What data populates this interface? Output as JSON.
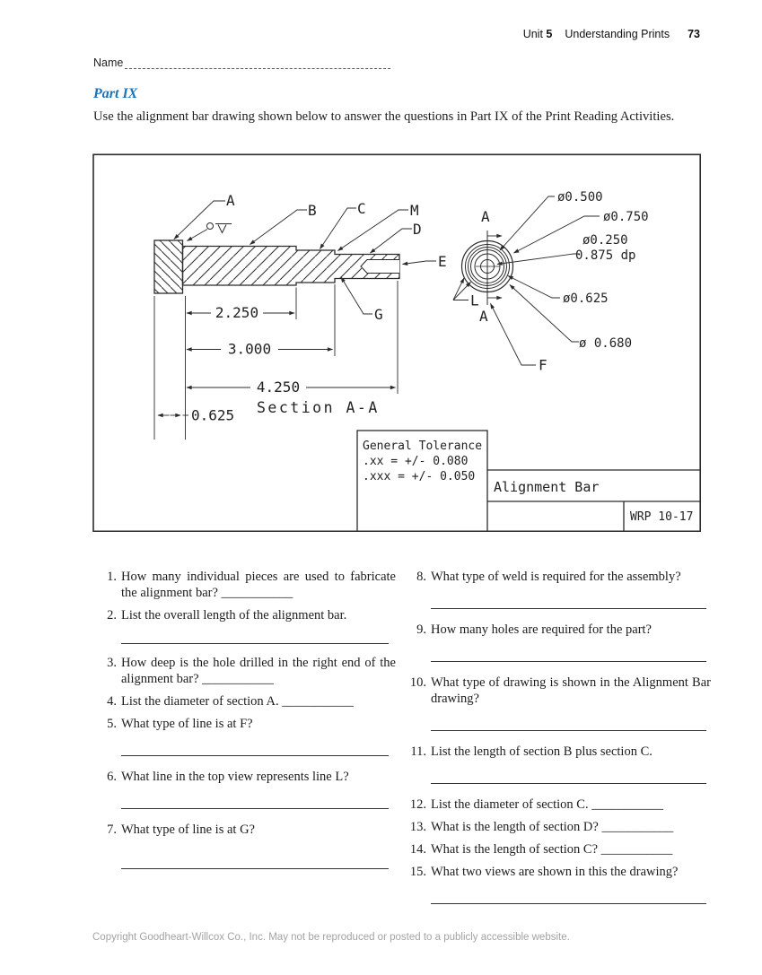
{
  "header": {
    "unit_label": "Unit",
    "unit_number": "5",
    "doc_title": "Understanding Prints",
    "page_number": "73"
  },
  "name_label": "Name",
  "part_title": "Part IX",
  "intro": "Use the alignment bar drawing shown below to answer the questions in Part IX of the Print Reading Activities.",
  "drawing": {
    "section_label": "Section A-A",
    "callouts": {
      "a": "A",
      "b": "B",
      "c": "C",
      "m": "M",
      "d": "D",
      "e": "E",
      "g": "G",
      "f": "F",
      "l": "L",
      "a_top": "A",
      "a_bottom": "A"
    },
    "dims": {
      "len_2250": "2.250",
      "len_3000": "3.000",
      "len_4250": "4.250",
      "plate_0625": "0.625"
    },
    "diameters": {
      "d500": "ø0.500",
      "d750": "ø0.750",
      "d250": "ø0.250",
      "d250_depth": "0.875 dp",
      "d625": "ø0.625",
      "d680": "ø 0.680"
    },
    "title_block": {
      "tolerance_title": "General Tolerance",
      "tol_xx": ".xx = +/- 0.080",
      "tol_xxx": ".xxx = +/- 0.050",
      "part_name": "Alignment Bar",
      "drawing_number": "WRP 10-17"
    }
  },
  "questions": {
    "left": [
      {
        "num": "1.",
        "text": "How many individual pieces are used to fabricate the alignment bar? ___________"
      },
      {
        "num": "2.",
        "text": "List the overall length of the alignment bar."
      },
      {
        "num": "3.",
        "text": "How deep is the hole drilled in the right end of the alignment bar? ___________"
      },
      {
        "num": "4.",
        "text": "List the diameter of section A. ___________"
      },
      {
        "num": "5.",
        "text": "What type of line is at F?"
      },
      {
        "num": "6.",
        "text": "What line in the top view represents line L?"
      },
      {
        "num": "7.",
        "text": "What type of line is at G?"
      }
    ],
    "right": [
      {
        "num": "8.",
        "text": "What type of weld is required for the assembly?"
      },
      {
        "num": "9.",
        "text": "How many holes are required for the part?"
      },
      {
        "num": "10.",
        "text": "What type of drawing is shown in the Alignment Bar drawing?"
      },
      {
        "num": "11.",
        "text": "List the length of section B plus section C."
      },
      {
        "num": "12.",
        "text": "List the diameter of section C. ___________"
      },
      {
        "num": "13.",
        "text": "What is the length of section D? ___________"
      },
      {
        "num": "14.",
        "text": "What is the length of section C? ___________"
      },
      {
        "num": "15.",
        "text": "What two views are shown in this the drawing?"
      }
    ]
  },
  "footer": "Copyright Goodheart-Willcox Co., Inc. May not be reproduced or posted to a publicly accessible website."
}
